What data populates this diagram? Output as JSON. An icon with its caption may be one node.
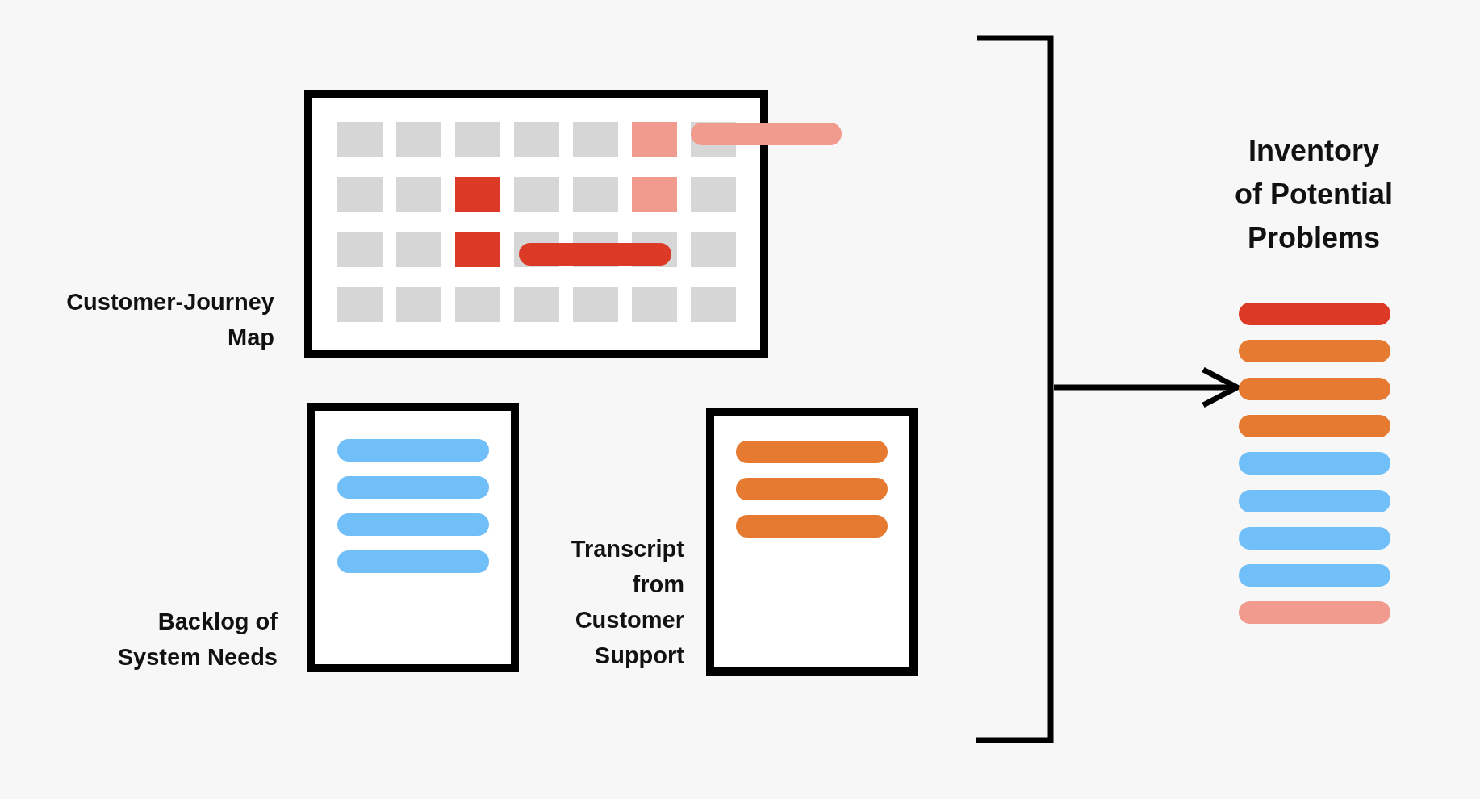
{
  "diagram": {
    "title": "Inventory of Potential Problems",
    "nodes": [
      {
        "text": [],
        "shape": "box",
        "beside": [
          "Customer-Journey Map"
        ]
      },
      {
        "text": [],
        "shape": "bar",
        "in": 0
      },
      {
        "text": [],
        "shape": "bar"
      },
      {
        "text": [],
        "shape": "box",
        "beside": [
          "Backlog of System Needs"
        ]
      },
      {
        "text": [],
        "shape": "bar",
        "in": 3
      },
      {
        "text": [],
        "shape": "bar",
        "in": 3
      },
      {
        "text": [],
        "shape": "bar",
        "in": 3
      },
      {
        "text": [],
        "shape": "bar",
        "in": 3
      },
      {
        "text": [],
        "shape": "box",
        "beside": [
          "Transcript from Customer Support"
        ]
      },
      {
        "text": [],
        "shape": "bar",
        "in": 8
      },
      {
        "text": [],
        "shape": "bar",
        "in": 8
      },
      {
        "text": [],
        "shape": "bar",
        "in": 8
      },
      {
        "text": [],
        "shape": "bracket"
      },
      {
        "text": [],
        "shape": "bar"
      }
    ],
    "edges": [
      {
        "from": 12,
        "to": 13,
        "arrow": "to"
      }
    ]
  }
}
